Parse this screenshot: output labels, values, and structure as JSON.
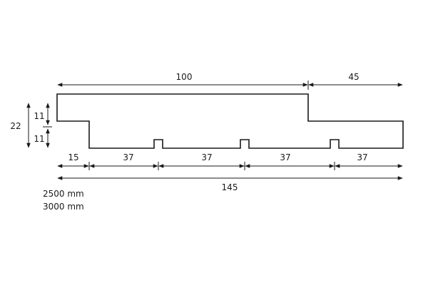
{
  "dimensions": {
    "top_left": "100",
    "top_right": "45",
    "height_total": "22",
    "height_upper": "11",
    "height_lower": "11",
    "seg_1": "15",
    "seg_2": "37",
    "seg_3": "37",
    "seg_4": "37",
    "seg_5": "37",
    "total_width": "145"
  },
  "lengths": [
    "2500 mm",
    "3000 mm"
  ],
  "colors": {
    "line": "#1a1a1a",
    "background": "#ffffff"
  }
}
